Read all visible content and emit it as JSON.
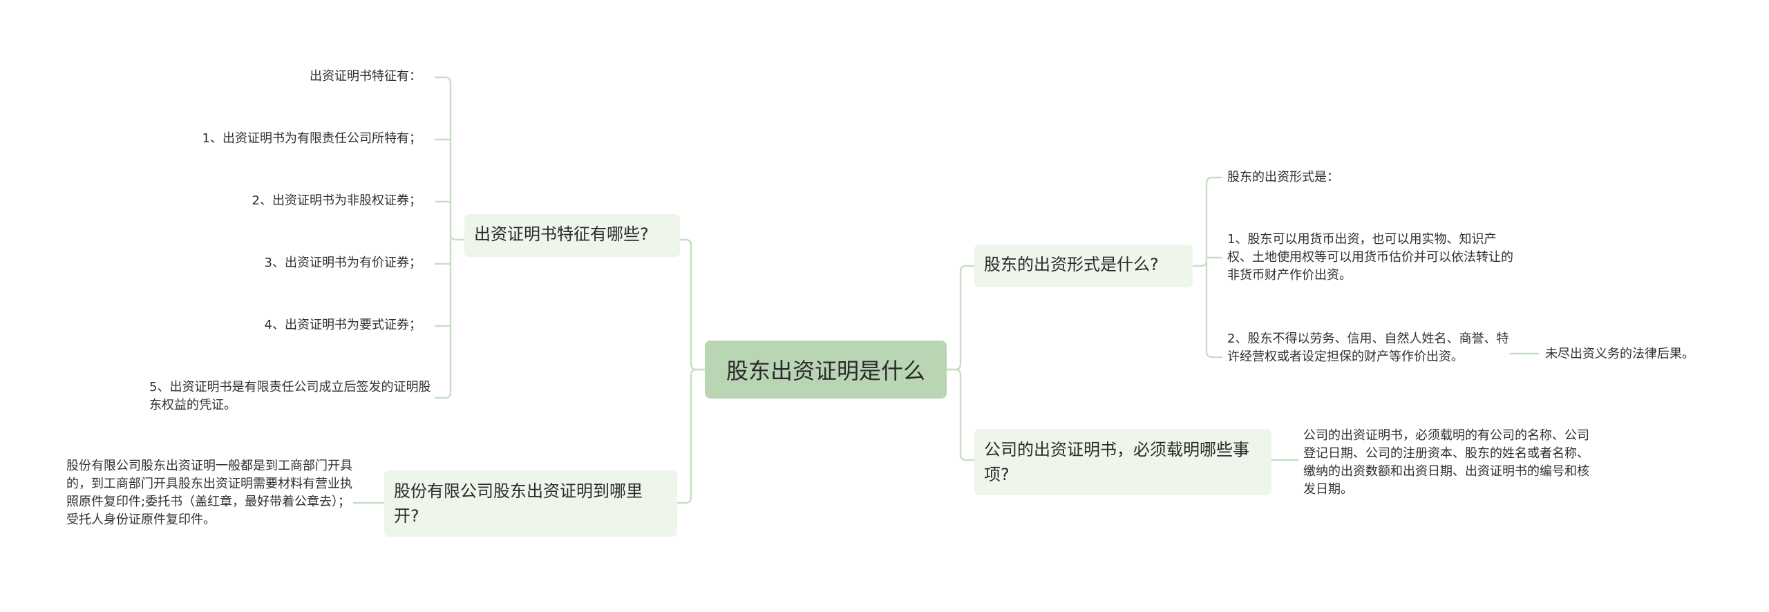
{
  "root": {
    "label": "股东出资证明是什么"
  },
  "topics": {
    "features": {
      "label": "出资证明书特征有哪些?",
      "leaves": [
        "出资证明书特征有：",
        "1、出资证明书为有限责任公司所特有；",
        "2、出资证明书为非股权证券；",
        "3、出资证明书为有价证券；",
        "4、出资证明书为要式证券；",
        "5、出资证明书是有限责任公司成立后签发的证明股东权益的凭证。"
      ]
    },
    "where": {
      "label": "股份有限公司股东出资证明到哪里开?",
      "leaf": "股份有限公司股东出资证明一般都是到工商部门开具的，到工商部门开具股东出资证明需要材料有营业执照原件复印件;委托书（盖红章，最好带着公章去）；受托人身份证原件复印件。"
    },
    "forms": {
      "label": "股东的出资形式是什么?",
      "leaves": [
        "股东的出资形式是：",
        "1、股东可以用货币出资，也可以用实物、知识产权、土地使用权等可以用货币估价并可以依法转让的非货币财产作价出资。",
        "2、股东不得以劳务、信用、自然人姓名、商誉、特许经营权或者设定担保的财产等作价出资。"
      ],
      "subleaf": "未尽出资义务的法律后果。"
    },
    "items": {
      "label": "公司的出资证明书，必须载明哪些事项?",
      "leaf": "公司的出资证明书，必须载明的有公司的名称、公司登记日期、公司的注册资本、股东的姓名或者名称、缴纳的出资数额和出资日期、出资证明书的编号和核发日期。"
    }
  },
  "colors": {
    "root_fill": "#b9d5b4",
    "topic_fill": "#eef5ea",
    "line": "#c6dfc3"
  }
}
